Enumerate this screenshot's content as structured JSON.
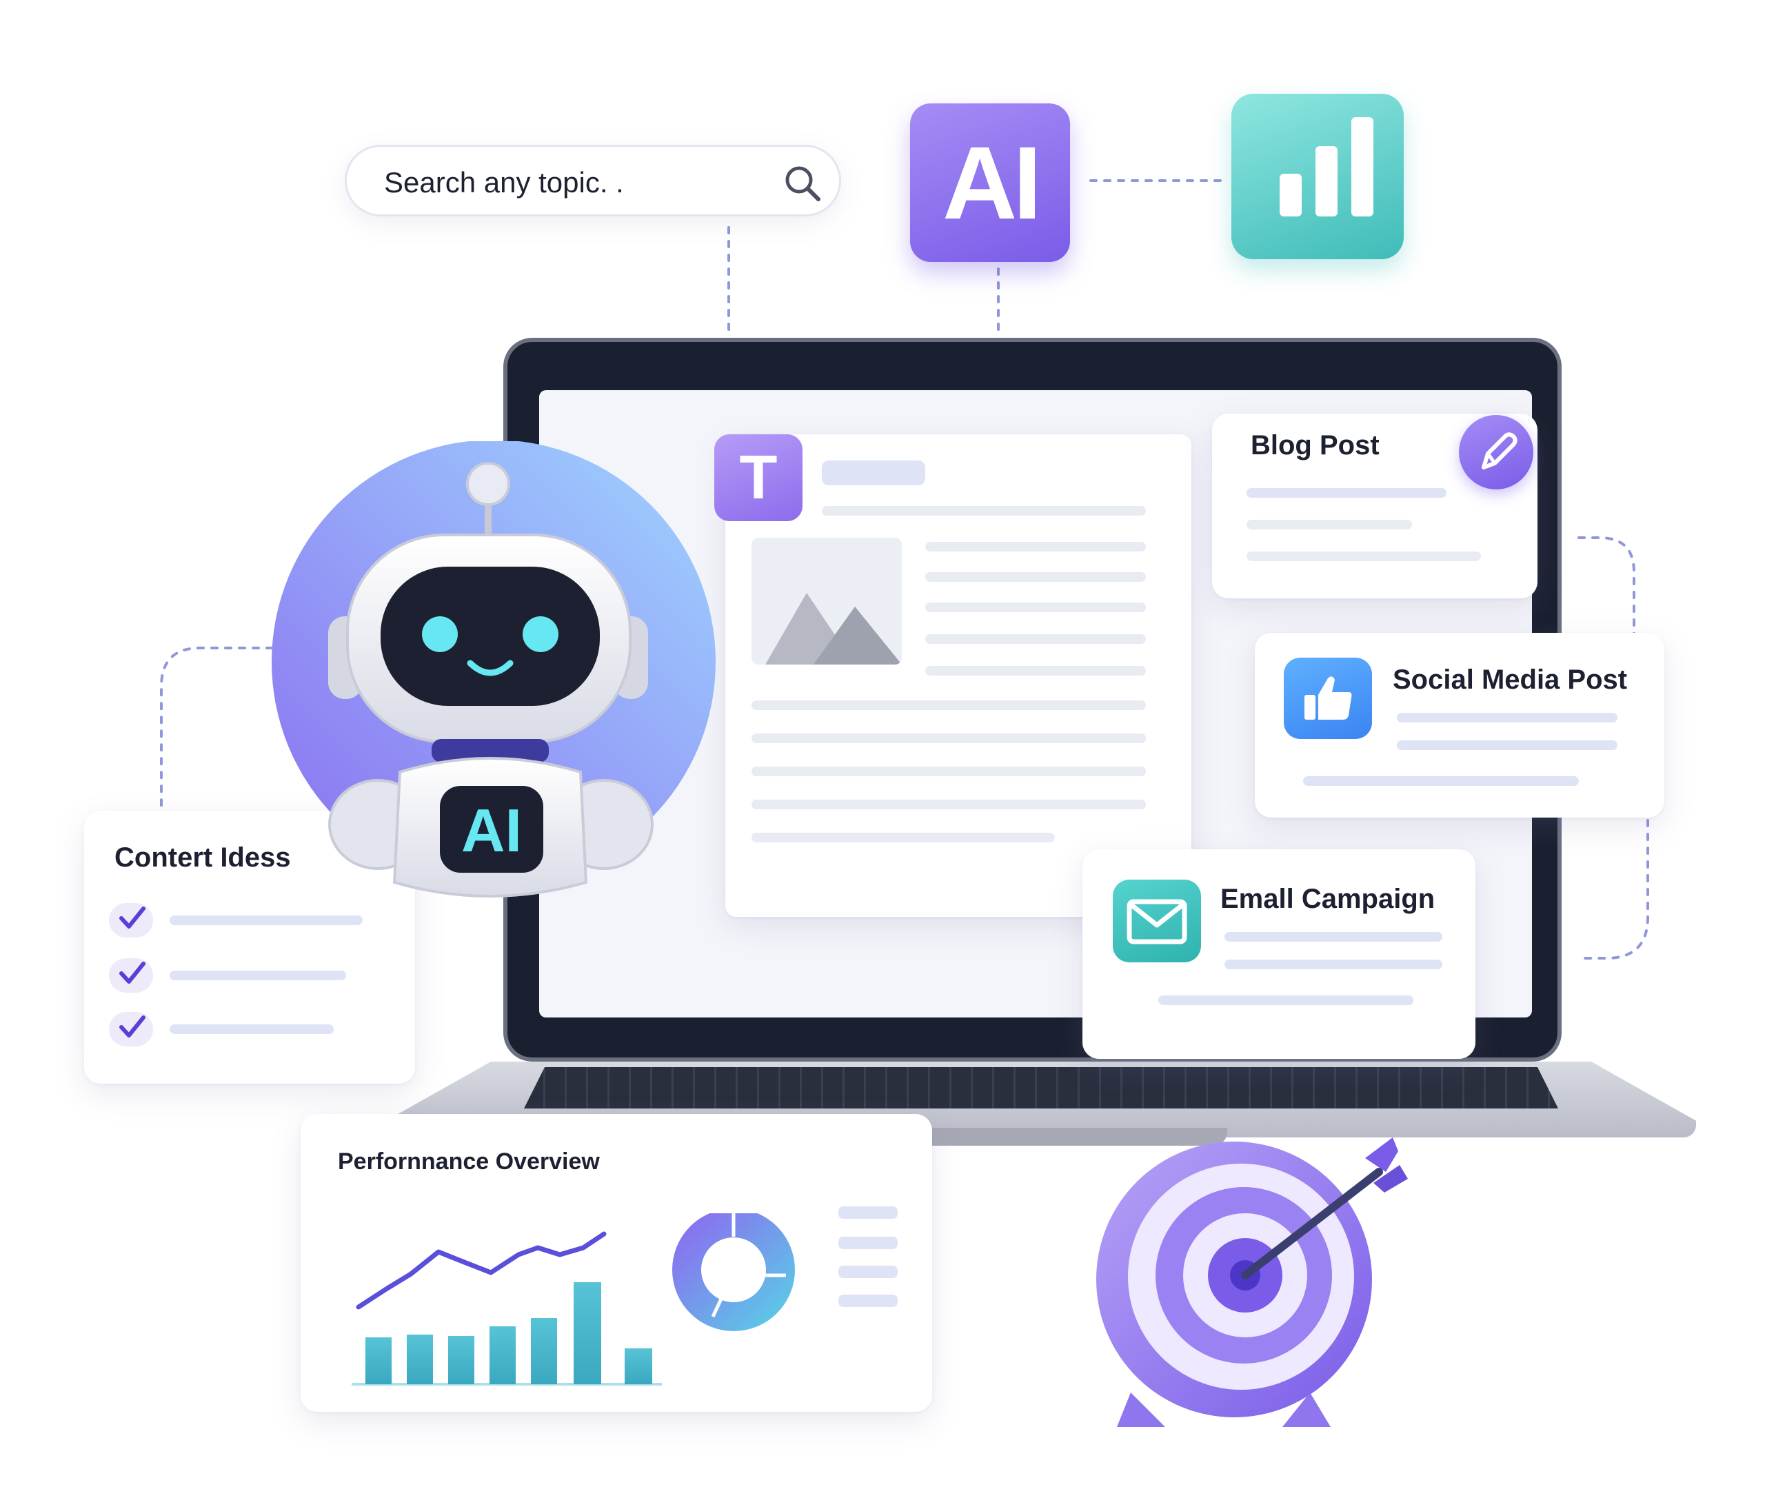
{
  "search": {
    "placeholder": "Search any topic. .",
    "icon": "search-icon"
  },
  "ai_tile": {
    "label": "AI",
    "color": "#7a5ce8"
  },
  "chart_tile": {
    "icon": "bar-chart-icon",
    "color": "#3fbcb8"
  },
  "robot": {
    "badge": "AI",
    "icon": "robot-icon"
  },
  "editor": {
    "badge": "T",
    "icon": "text-format-icon"
  },
  "cards": {
    "blog_post": {
      "title": "Blog Post",
      "icon": "pen-icon"
    },
    "social_media_post": {
      "title": "Social Media Post",
      "icon": "thumbs-up-icon"
    },
    "email_campaign": {
      "title": "Emall Campaign",
      "icon": "envelope-icon"
    },
    "content_ideas": {
      "title": "Contert Idess",
      "items": 3,
      "icon": "checkmark-icon"
    },
    "performance": {
      "title": "Perfornnance Overview"
    }
  },
  "target": {
    "icon": "target-arrow-icon",
    "color": "#7a5ce8"
  },
  "colors": {
    "purple": "#7a5ce8",
    "teal": "#3fbcb8",
    "blue": "#3a84f2",
    "dark": "#1b2030"
  }
}
